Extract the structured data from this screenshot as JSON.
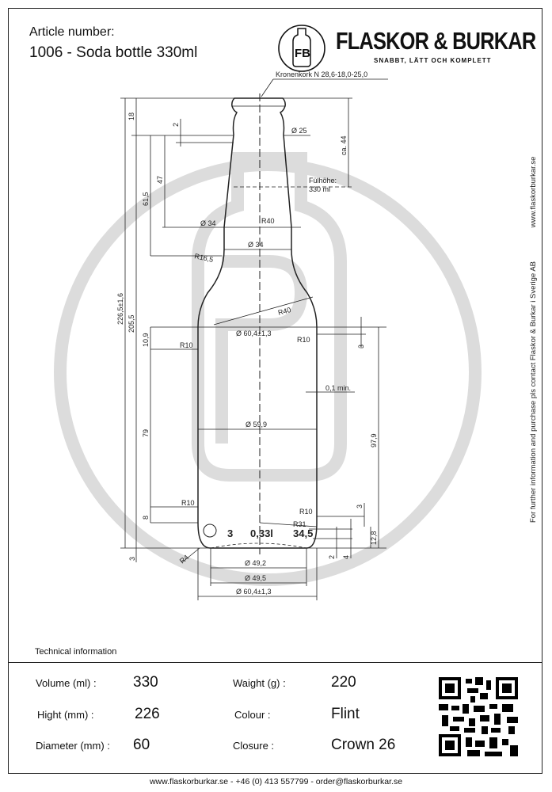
{
  "header": {
    "article_label": "Article number:",
    "article_title": "1006  -  Soda bottle 330ml",
    "brand_name": "FLASKOR & BURKAR",
    "brand_tagline": "SNABBT, LÄTT OCH KOMPLETT",
    "logo_letters": "FB"
  },
  "drawing": {
    "closure_spec": "Kronenkork N 28,6-18,0-25,0",
    "d_total": "226,5±1,6",
    "d_205": "205,5",
    "d_18": "18",
    "d_2": "2",
    "d_615": "61,5",
    "d_47": "47",
    "d_ca44": "ca. 44",
    "fill_1": "Fülhöhe:",
    "fill_2": "330 ml",
    "d_o25": "Ø 25",
    "d_o34a": "Ø 34",
    "d_r40a": "R40",
    "d_o34b": "Ø 34",
    "d_r165": "R16,5",
    "d_r40b": "R40",
    "d_o604a": "Ø 60,4±1,3",
    "d_109": "10,9",
    "d_r10a": "R10",
    "d_r10b": "R10",
    "d_3a": "3",
    "d_01": "0,1 min.",
    "d_79": "79",
    "d_o599": "Ø 59,9",
    "d_979": "97,9",
    "d_r10c": "R10",
    "d_8": "8",
    "d_r10d": "R10",
    "d_3b": "3",
    "d_r31": "R31",
    "d_128": "12,8",
    "base_mark_1": "3",
    "base_mark_2": "0,33l",
    "base_mark_3": "34,5",
    "d_r4": "R4",
    "d_3c": "3",
    "d_2b": "2",
    "d_4": "4",
    "d_o492": "Ø 49,2",
    "d_o495": "Ø 49,5",
    "d_o604b": "Ø 60,4±1,3"
  },
  "side_text": {
    "contact": "For further information and purchase pls contact Flaskor & Burkar i Sverige AB",
    "website": "www.flaskorburkar.se"
  },
  "technical": {
    "title": "Technical information",
    "rows": [
      {
        "label": "Volume (ml) :",
        "value": "330"
      },
      {
        "label": "Hight (mm) :",
        "value": "226"
      },
      {
        "label": "Diameter (mm) :",
        "value": "60"
      },
      {
        "label": "Waight (g) :",
        "value": "220"
      },
      {
        "label": "Colour :",
        "value": "Flint"
      },
      {
        "label": "Closure :",
        "value": "Crown 26"
      }
    ]
  },
  "footer": {
    "text": "www.flaskorburkar.se  -  +46 (0) 413 557799  -  order@flaskorburkar.se"
  },
  "colors": {
    "line": "#222222",
    "watermark": "#dcdcdc"
  }
}
